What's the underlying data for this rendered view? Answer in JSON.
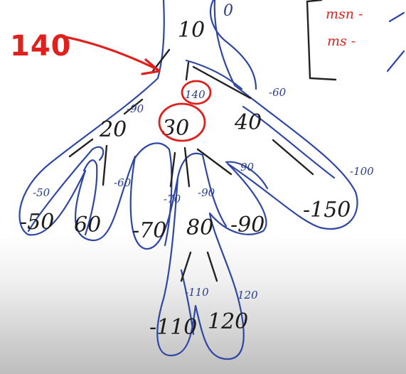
{
  "annotation": {
    "value": "140"
  },
  "legend": {
    "line1": "msn -",
    "line2": "ms -"
  },
  "nodes": {
    "root": "10",
    "root_top_right": "0",
    "left": "20",
    "middle": "30",
    "right": "40",
    "left_leaf_1": "-50",
    "left_leaf_2": "60",
    "mid_leaf_1": "-70",
    "mid_child": "80",
    "mid_leaf_3": "-90",
    "right_leaf": "-150",
    "bottom_leaf_1": "-110",
    "bottom_leaf_2": "120"
  },
  "edge_labels": {
    "e_root_middle": "140",
    "e_root_left": "-90",
    "e_root_right": "-60",
    "e_left_leaf1": "-50",
    "e_left_leaf2": "-60",
    "e_mid_leaf1": "-70",
    "e_mid_child": "-90",
    "e_mid_leaf3": "90",
    "e_right_leaf": "-100",
    "e_bottom_1": "-110",
    "e_bottom_2": "120"
  }
}
